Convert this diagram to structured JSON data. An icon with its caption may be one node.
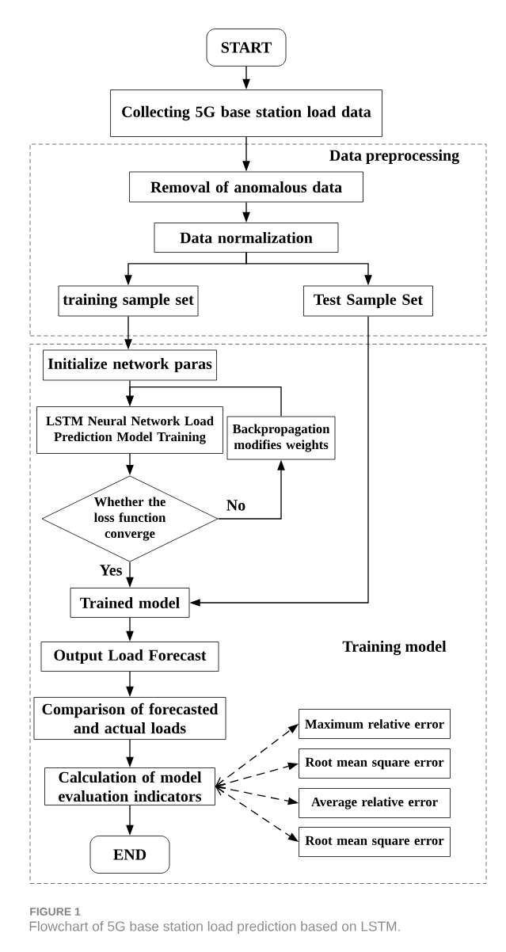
{
  "diagram": {
    "caption": "Flowchart of 5G base station load prediction based on LSTM.",
    "nodes": [
      {
        "text": [
          "START"
        ]
      },
      {
        "text": [
          "Collecting 5G base station load data"
        ]
      },
      {
        "text": [
          "Data preprocessing"
        ]
      },
      {
        "text": [
          "Removal of anomalous data"
        ],
        "in": 2
      },
      {
        "text": [
          "Data normalization"
        ],
        "in": 2
      },
      {
        "text": [
          "training sample set"
        ],
        "in": 2
      },
      {
        "text": [
          "Test Sample Set"
        ],
        "in": 2
      },
      {
        "text": [
          "Training model"
        ]
      },
      {
        "text": [
          "Initialize network paras"
        ],
        "in": 7
      },
      {
        "text": [
          "LSTM Neural Network Load Prediction Model Training"
        ],
        "in": 7
      },
      {
        "text": [
          "Backpropagation modifies weights"
        ],
        "in": 7
      },
      {
        "text": [
          "Whether the loss function converge"
        ],
        "in": 7
      },
      {
        "text": [
          "Trained model"
        ],
        "in": 7
      },
      {
        "text": [
          "Output Load Forecast"
        ],
        "in": 7
      },
      {
        "text": [
          "Comparison of forecasted and actual loads"
        ],
        "in": 7
      },
      {
        "text": [
          "Calculation of model evaluation indicators"
        ],
        "in": 7
      },
      {
        "text": [
          "END"
        ],
        "in": 7
      },
      {
        "text": [
          "Maximum relative error"
        ],
        "in": 7
      },
      {
        "text": [
          "Root mean square error"
        ],
        "in": 7
      },
      {
        "text": [
          "Average relative error"
        ],
        "in": 7
      },
      {
        "text": [
          "Root mean square error"
        ],
        "in": 7
      }
    ],
    "edges": [
      {
        "from": 0,
        "to": 1,
        "arrow": "to"
      },
      {
        "from": 1,
        "to": 3,
        "arrow": "to"
      },
      {
        "from": 3,
        "to": 4,
        "arrow": "to"
      },
      {
        "from": 4,
        "to": 5,
        "arrow": "to"
      },
      {
        "from": 4,
        "to": 6,
        "arrow": "to"
      },
      {
        "from": 5,
        "to": 8,
        "arrow": "to"
      },
      {
        "from": 8,
        "to": 9,
        "arrow": "to"
      },
      {
        "from": 9,
        "to": 11,
        "arrow": "to"
      },
      {
        "from": 11,
        "to": 10,
        "arrow": "to",
        "label": "No"
      },
      {
        "from": 10,
        "to": 9,
        "arrow": "to"
      },
      {
        "from": 11,
        "to": 12,
        "arrow": "to",
        "label": "Yes"
      },
      {
        "from": 6,
        "to": 12,
        "arrow": "to"
      },
      {
        "from": 12,
        "to": 13,
        "arrow": "to"
      },
      {
        "from": 13,
        "to": 14,
        "arrow": "to"
      },
      {
        "from": 14,
        "to": 15,
        "arrow": "to"
      },
      {
        "from": 15,
        "to": 16,
        "arrow": "to"
      },
      {
        "from": 15,
        "to": 17,
        "arrow": "both",
        "style": "dashed"
      },
      {
        "from": 15,
        "to": 18,
        "arrow": "both",
        "style": "dashed"
      },
      {
        "from": 15,
        "to": 19,
        "arrow": "both",
        "style": "dashed"
      },
      {
        "from": 15,
        "to": 20,
        "arrow": "both",
        "style": "dashed"
      }
    ],
    "labels": [
      "FIGURE 1"
    ]
  }
}
